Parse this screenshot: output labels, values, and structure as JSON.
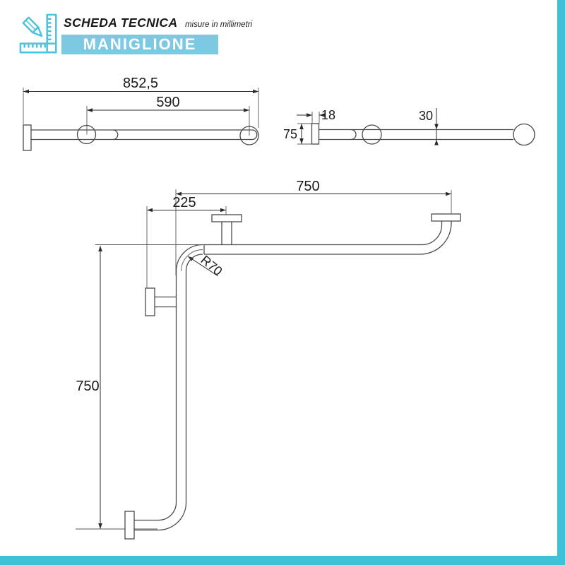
{
  "header": {
    "title": "SCHEDA TECNICA",
    "subtitle": "misure in millimetri",
    "banner_label": "MANIGLIONE"
  },
  "colors": {
    "banner": "#7cc9e2",
    "frame": "#3fc2d8",
    "icon": "#4fc3dd",
    "part_line": "#4a4a4a",
    "dimension_line": "#2b2b2b"
  },
  "drawing": {
    "top_view": {
      "overall_length": "852,5",
      "fixing_centers": "590"
    },
    "side_view": {
      "flange_depth": "18",
      "flange_height": "75",
      "tube_diameter": "30"
    },
    "front_view": {
      "top_length": "750",
      "side_offset": "225",
      "bend_radius": "R70",
      "vertical_length": "750"
    }
  }
}
